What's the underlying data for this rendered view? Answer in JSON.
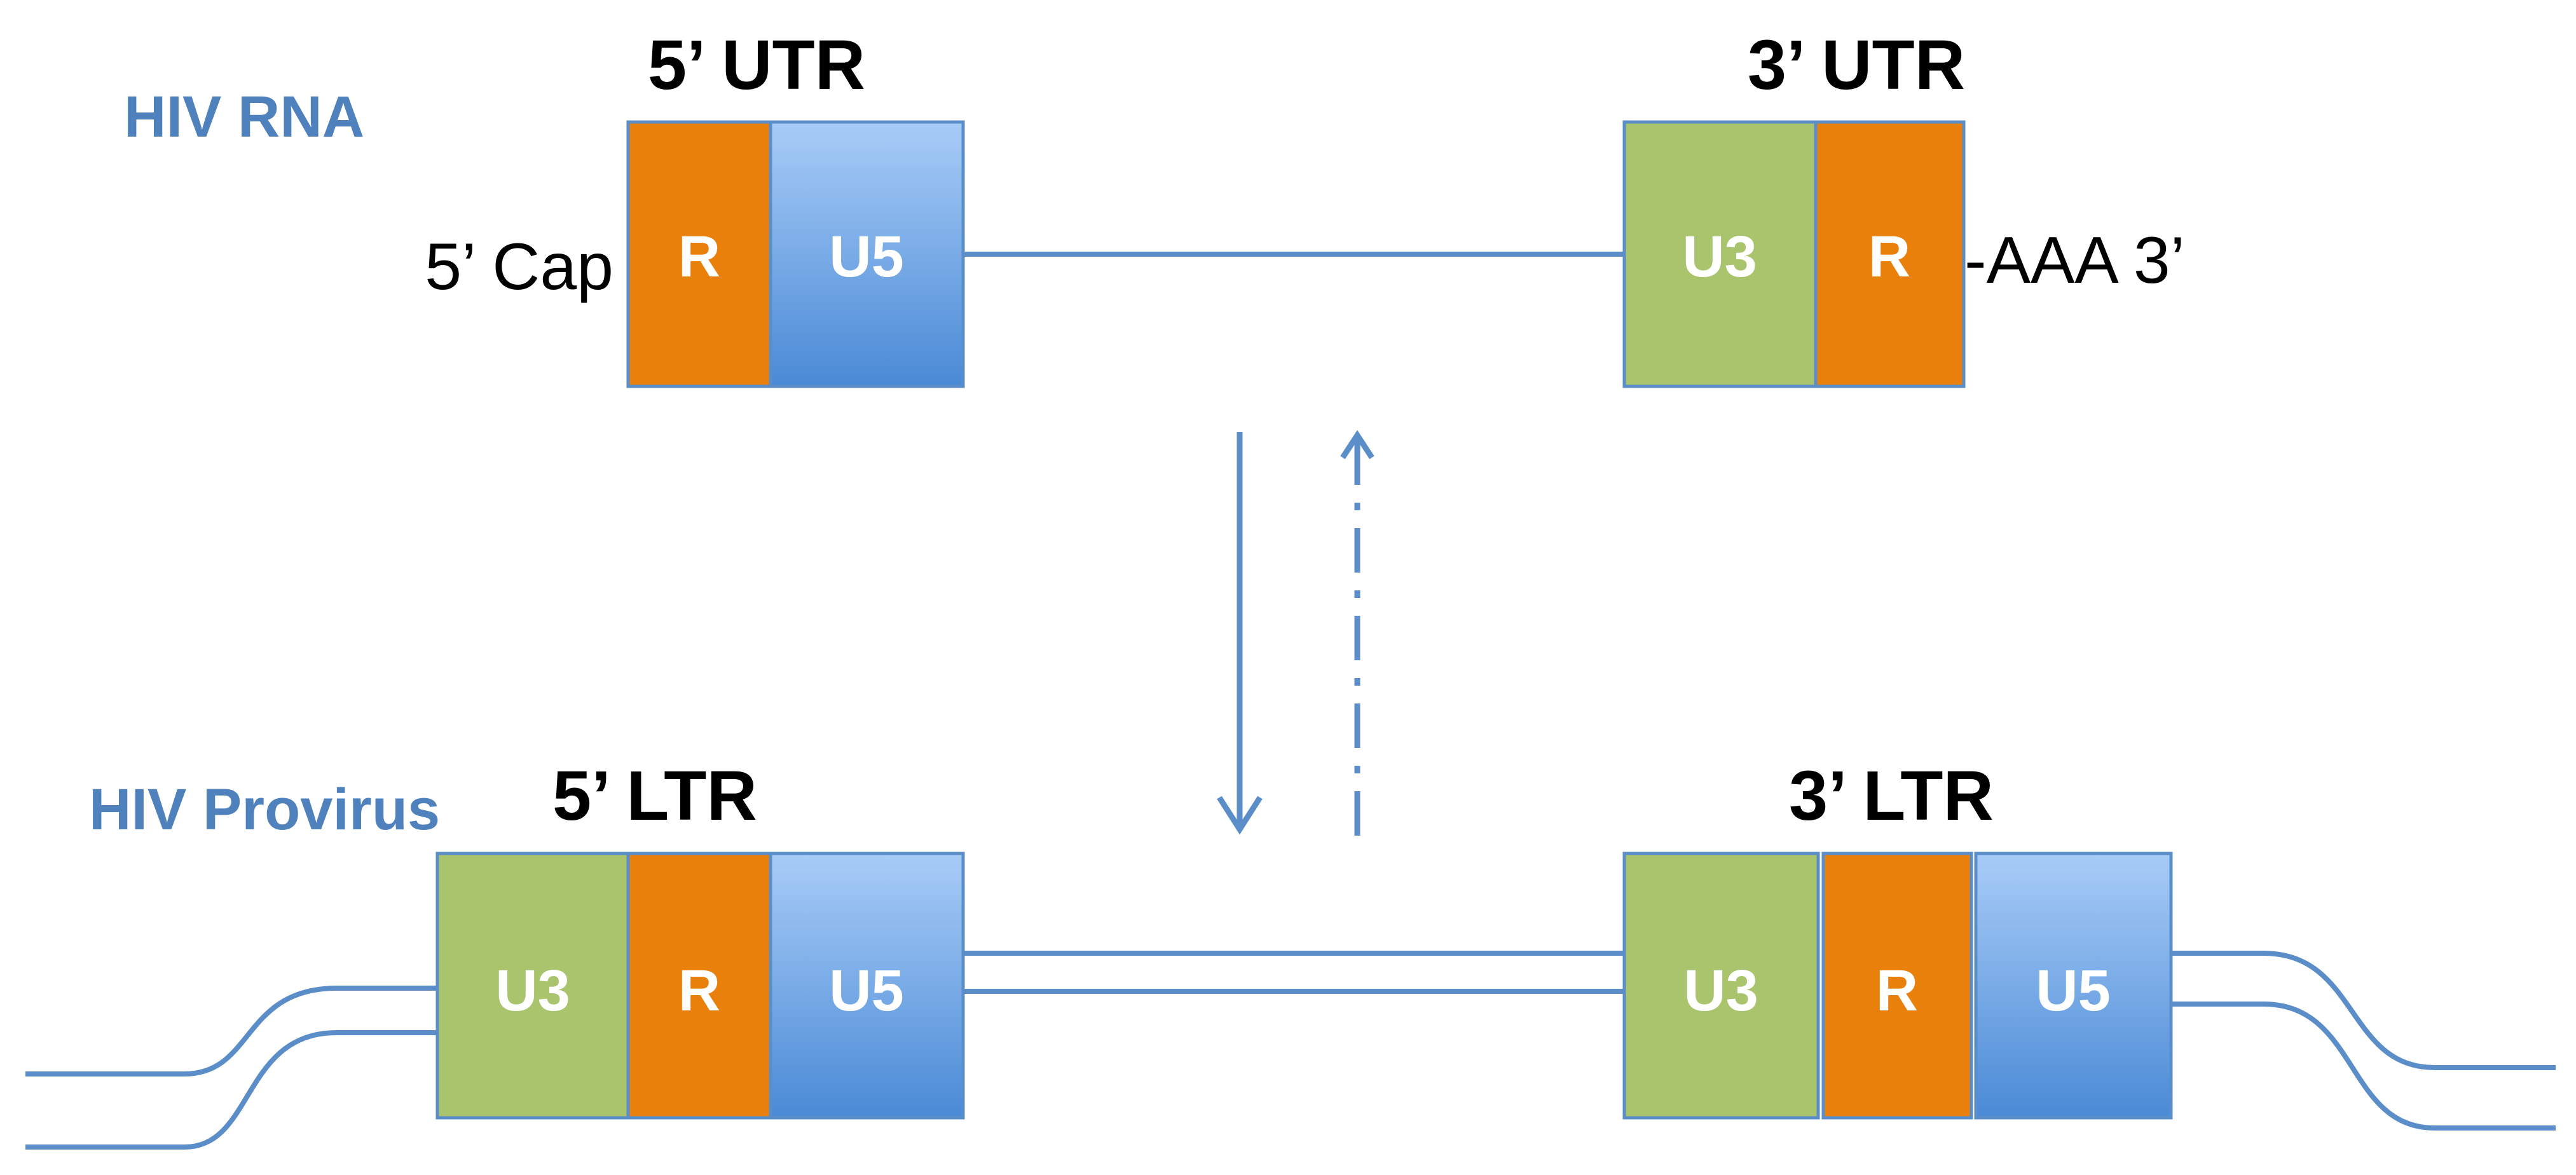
{
  "rna": {
    "label": "HIV RNA",
    "utr5_title": "5’ UTR",
    "utr3_title": "3’ UTR",
    "cap_label": "5’ Cap",
    "tail_label": "-AAA 3’",
    "segments_left": [
      "R",
      "U5"
    ],
    "segments_right": [
      "U3",
      "R"
    ]
  },
  "provirus": {
    "label": "HIV Provirus",
    "ltr5_title": "5’ LTR",
    "ltr3_title": "3’ LTR",
    "segments_left": [
      "U3",
      "R",
      "U5"
    ],
    "segments_right": [
      "U3",
      "R",
      "U5"
    ]
  },
  "colors": {
    "U3": "#a9c46c",
    "R": "#e9800b",
    "U5": "#5d98dc",
    "line": "#5b8ec8",
    "label_blue": "#4f81bd"
  }
}
